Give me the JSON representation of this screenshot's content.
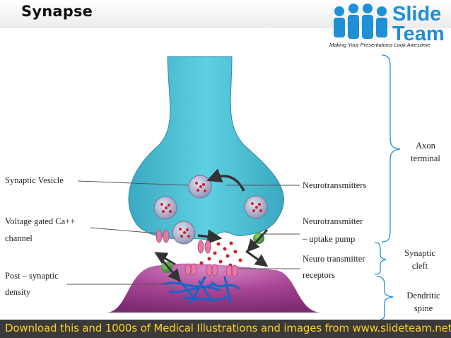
{
  "title": "Synapse",
  "logo": {
    "line1": "Slide",
    "line2": "Team",
    "tagline": "Making Your Presentations Look Awesome"
  },
  "labels": {
    "synaptic_vesicle": "Synaptic Vesicle",
    "voltage_line1": "Voltage gated Ca++",
    "voltage_line2": "channel",
    "post_line1": "Post – synaptic",
    "post_line2": "density",
    "neurotransmitters": "Neurotransmitters",
    "uptake_line1": "Neurotransmitter",
    "uptake_line2": "– uptake pump",
    "receptors_line1": "Neuro transmitter",
    "receptors_line2": "receptors"
  },
  "brackets": {
    "axon_line1": "Axon",
    "axon_line2": "terminal",
    "cleft_line1": "Synaptic",
    "cleft_line2": "cleft",
    "dendritic_line1": "Dendritic",
    "dendritic_line2": "spine"
  },
  "footer": "Download this and 1000s of Medical Illustrations and images from www.slideteam.net",
  "colors": {
    "axon": "#4bbfd4",
    "dendrite": "#9c3d8c",
    "footer_text": "#ffd21f",
    "logo": "#1f8fd6"
  }
}
